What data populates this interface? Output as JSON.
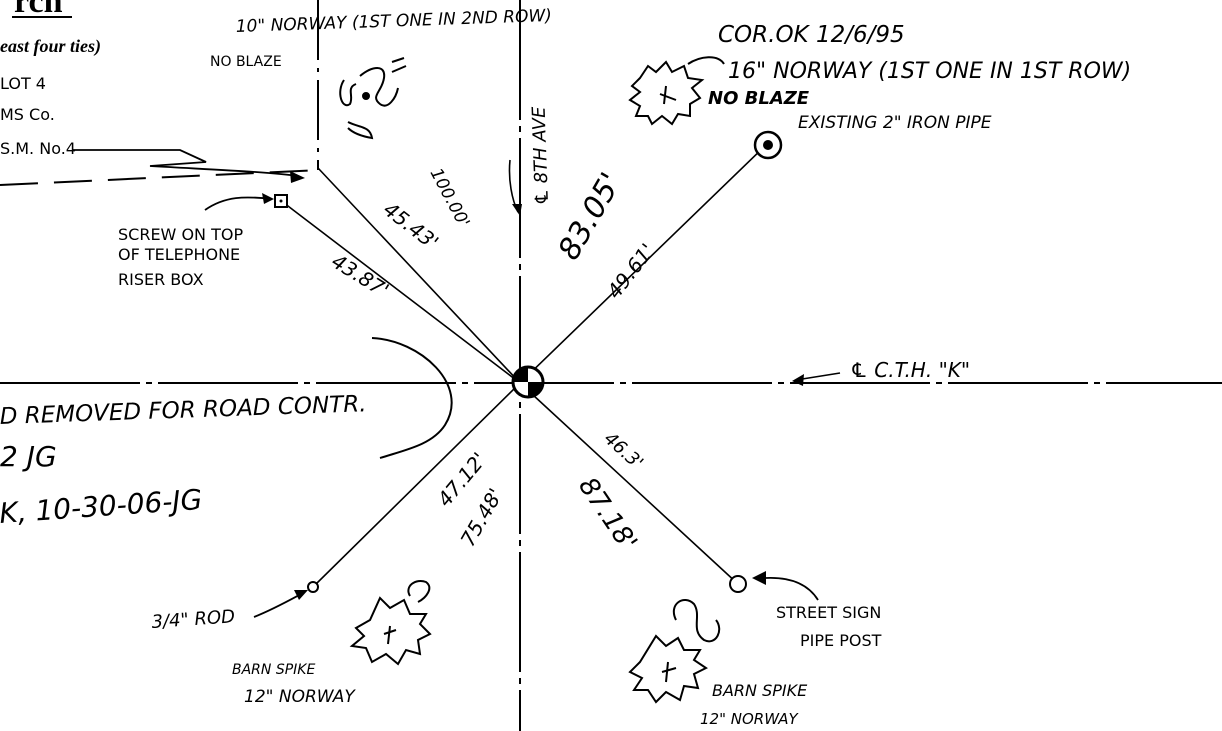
{
  "header": {
    "title_fragment": "rch",
    "note_ties": "east four ties)",
    "lot_line": "LOT 4",
    "company_line": "MS Co.",
    "csm_line": "S.M. No.4"
  },
  "ties": {
    "norway_10": "10\" NORWAY (1ST ONE IN 2ND ROW)",
    "no_blaze_left": "NO BLAZE",
    "cor_ok": "COR.OK 12/6/95",
    "norway_16": "16\" NORWAY (1ST ONE IN 1ST ROW)",
    "no_blaze_right": "NO BLAZE",
    "iron_pipe": "EXISTING 2\" IRON PIPE",
    "screw_line1": "SCREW ON TOP",
    "screw_line2": "OF TELEPHONE",
    "screw_line3": "RISER BOX",
    "rod": "3/4\" ROD",
    "barn_spike_left": "BARN SPIKE",
    "norway_12_left": "12\" NORWAY",
    "street_sign_line1": "STREET SIGN",
    "street_sign_line2": "PIPE POST",
    "barn_spike_right": "BARN SPIKE",
    "norway_12_right": "12\" NORWAY"
  },
  "roads": {
    "avenue": "℄ 8TH AVE",
    "cth_k": "℄ C.T.H. \"K\""
  },
  "measurements": {
    "d_100": "100.00'",
    "d_45_43": "45.43'",
    "d_43_87": "43.87'",
    "d_83_05": "83.05'",
    "d_49_61": "49.61'",
    "d_47_12": "47.12'",
    "d_75_48": "75.48'",
    "d_46_3": "46.3'",
    "d_87_18": "87.18'"
  },
  "notes": {
    "removed": "D REMOVED FOR ROAD CONTR.",
    "initials": "2 JG",
    "ok_date": "K, 10-30-06-JG"
  }
}
